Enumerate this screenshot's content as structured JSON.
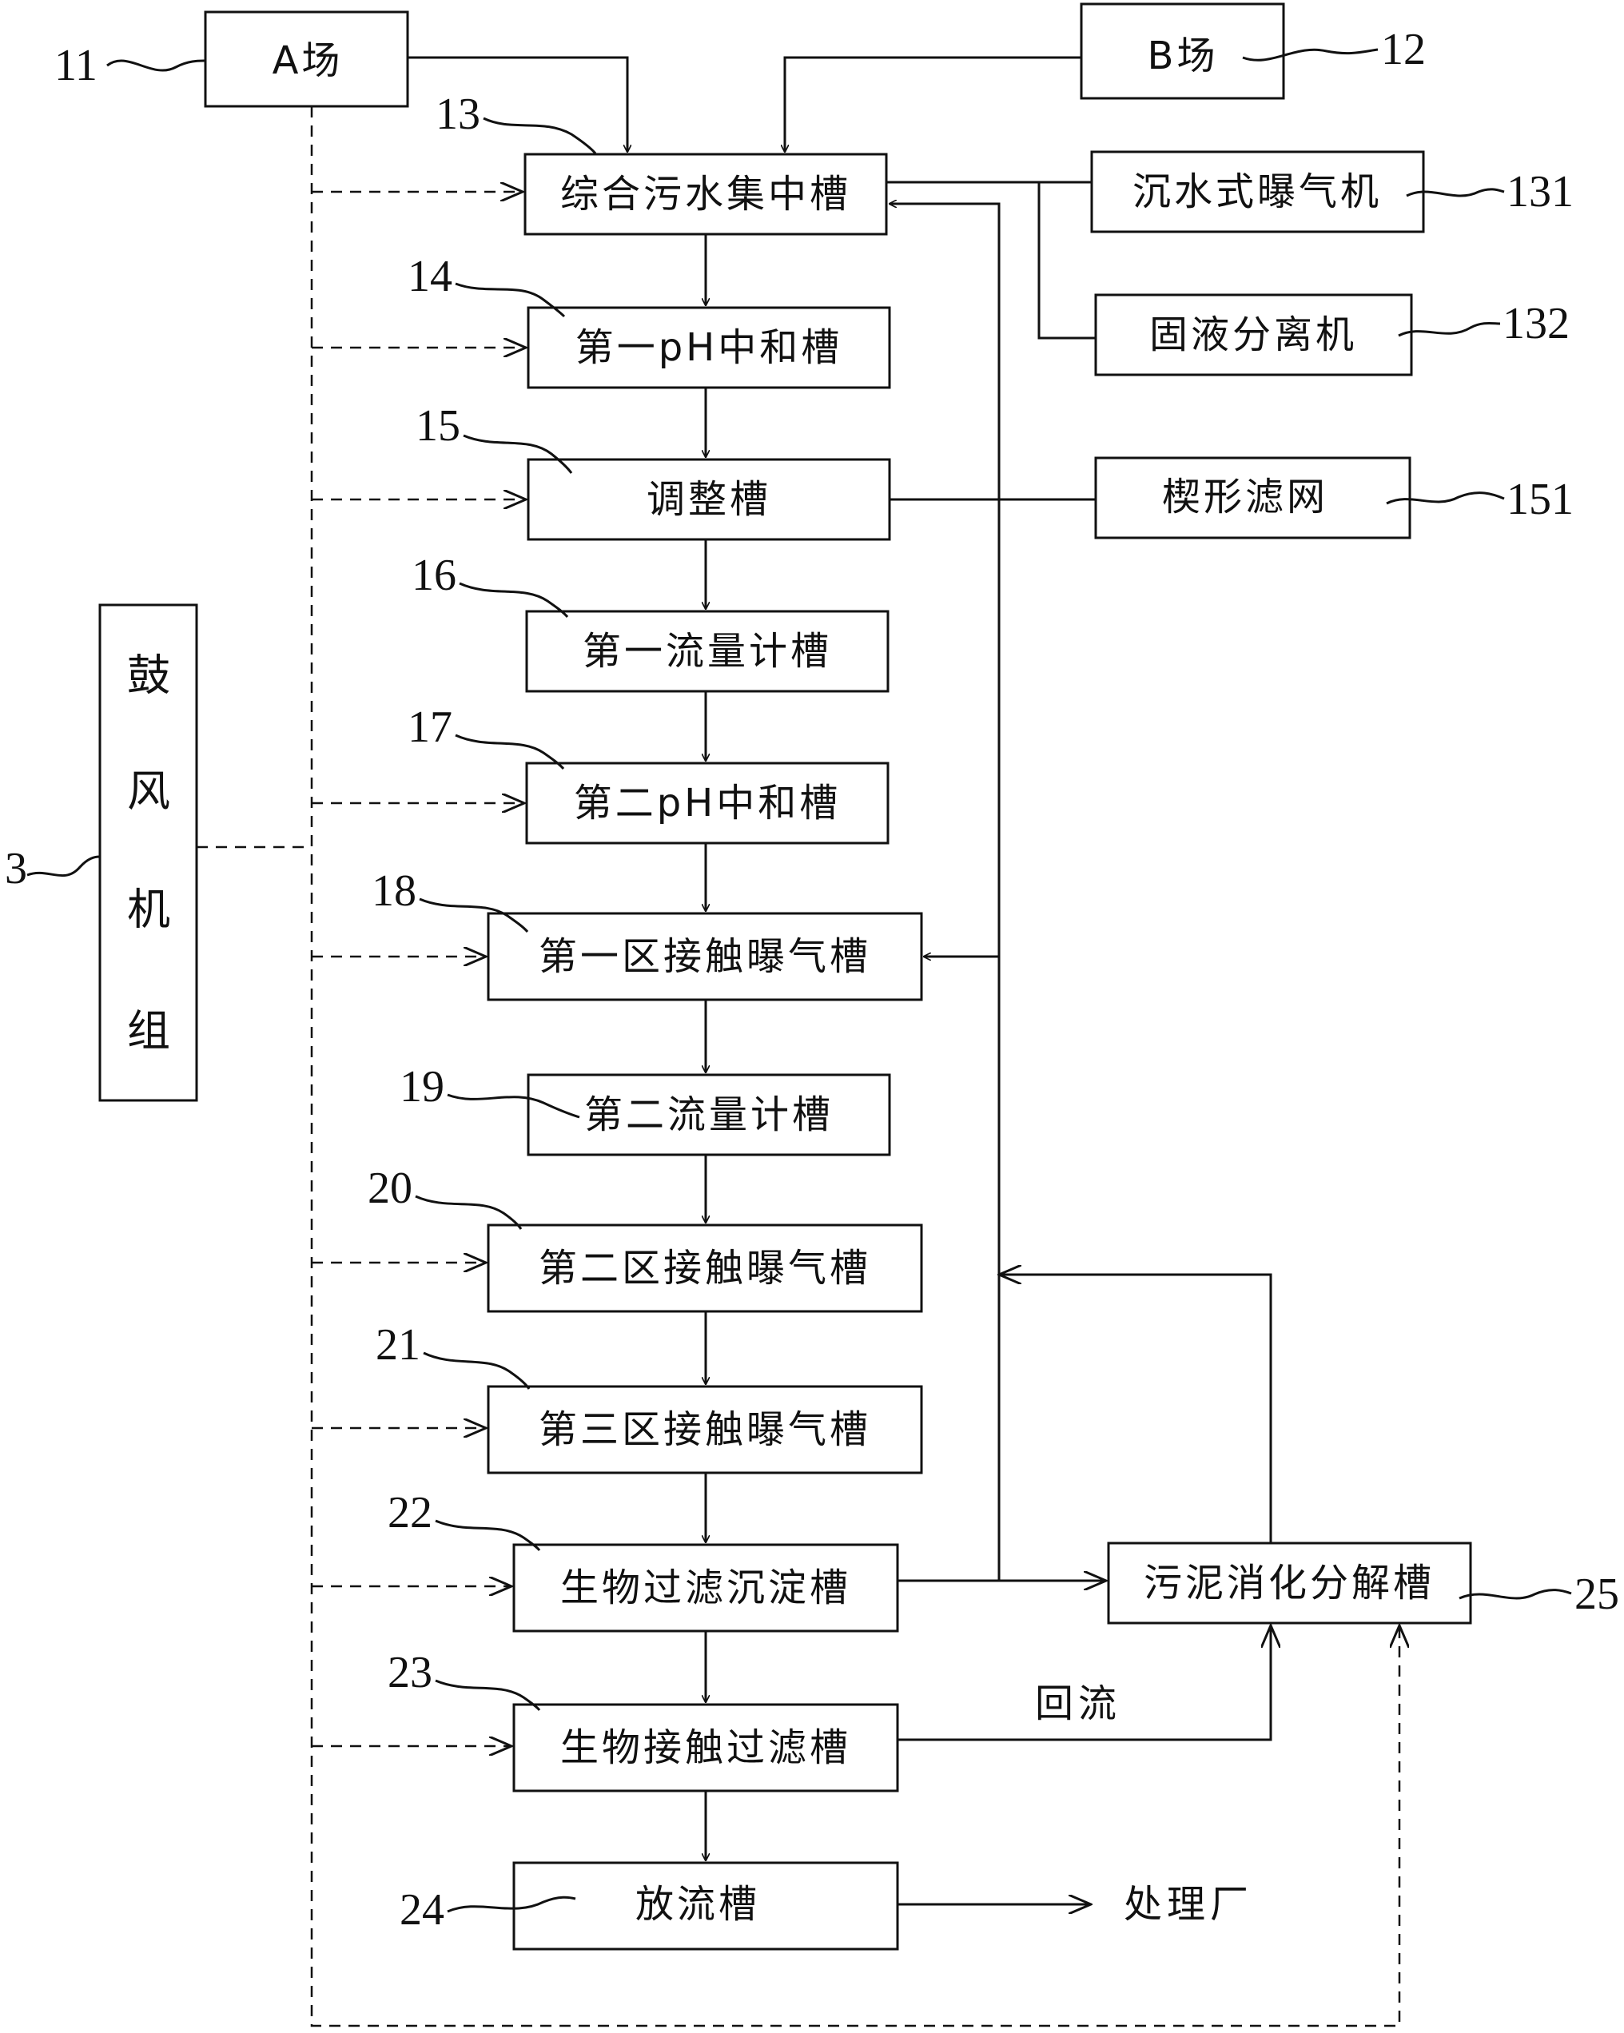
{
  "nodes": {
    "a_site": "A场",
    "b_site": "B场",
    "collection_tank": "综合污水集中槽",
    "submersible_aerator": "沉水式曝气机",
    "solid_liquid_separator": "固液分离机",
    "ph1": "第一pH中和槽",
    "adjust_tank": "调整槽",
    "wedge_screen": "楔形滤网",
    "flow1": "第一流量计槽",
    "ph2": "第二pH中和槽",
    "aeration1": "第一区接触曝气槽",
    "flow2": "第二流量计槽",
    "aeration2": "第二区接触曝气槽",
    "aeration3": "第三区接触曝气槽",
    "bio_sedimentation": "生物过滤沉淀槽",
    "sludge_digestion": "污泥消化分解槽",
    "bio_filter": "生物接触过滤槽",
    "discharge_tank": "放流槽",
    "blower_chars": [
      "鼓",
      "风",
      "机",
      "组"
    ]
  },
  "free_text": {
    "treatment_plant": "处理厂",
    "return_flow": "回流"
  },
  "refs": {
    "r3": "3",
    "r11": "11",
    "r12": "12",
    "r13": "13",
    "r131": "131",
    "r132": "132",
    "r14": "14",
    "r15": "15",
    "r151": "151",
    "r16": "16",
    "r17": "17",
    "r18": "18",
    "r19": "19",
    "r20": "20",
    "r21": "21",
    "r22": "22",
    "r23": "23",
    "r24": "24",
    "r25": "25"
  }
}
